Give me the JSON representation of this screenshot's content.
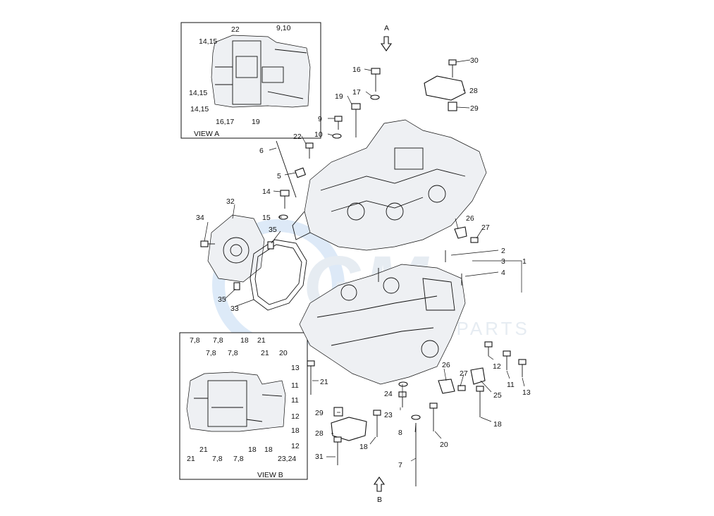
{
  "diagram": {
    "view_a_label": "VIEW A",
    "view_b_label": "VIEW B",
    "arrow_a": "A",
    "arrow_b": "B",
    "watermark_text": "MOTOR PARTS",
    "view_a_callouts": [
      "22",
      "9,10",
      "14,15",
      "14,15",
      "14,15",
      "16,17",
      "19"
    ],
    "view_b_callouts": [
      "7,8",
      "7,8",
      "18",
      "21",
      "7,8",
      "7,8",
      "21",
      "20",
      "13",
      "11",
      "11",
      "12",
      "18",
      "12",
      "21",
      "7,8",
      "7,8",
      "18",
      "18",
      "23,24",
      "21"
    ],
    "main_callouts": [
      "16",
      "30",
      "17",
      "28",
      "19",
      "29",
      "9",
      "10",
      "22",
      "6",
      "5",
      "14",
      "32",
      "15",
      "26",
      "34",
      "35",
      "27",
      "2",
      "3",
      "1",
      "4",
      "35",
      "33",
      "12",
      "11",
      "13",
      "21",
      "26",
      "27",
      "24",
      "25",
      "23",
      "29",
      "28",
      "8",
      "18",
      "20",
      "18",
      "31",
      "7"
    ]
  }
}
